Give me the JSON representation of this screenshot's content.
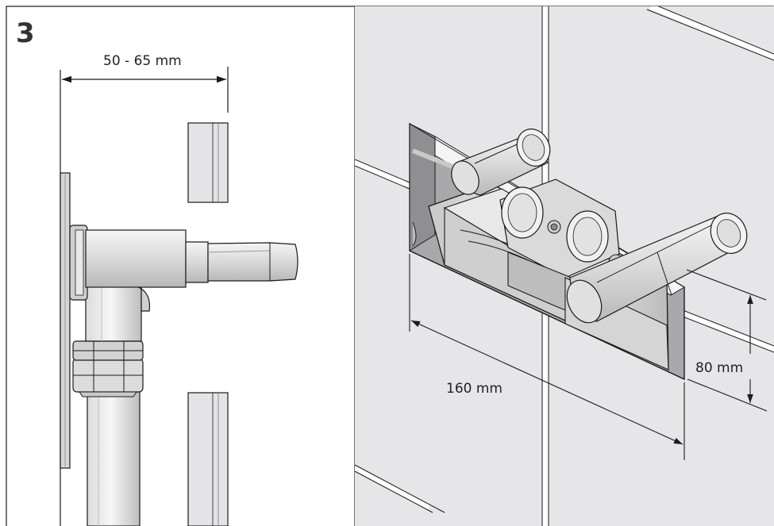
{
  "figure": {
    "step_number": "3",
    "left_panel": {
      "dimension_label": "50 - 65 mm"
    },
    "right_panel": {
      "width_label": "160 mm",
      "height_label": "80 mm"
    },
    "colors": {
      "wall_tile": "#e6e6e8",
      "grout": "#ffffff",
      "metal_light": "#f3f3f3",
      "metal_mid": "#cfcfcf",
      "metal_dark": "#8a8a8a",
      "outline": "#1a1a1a"
    }
  }
}
